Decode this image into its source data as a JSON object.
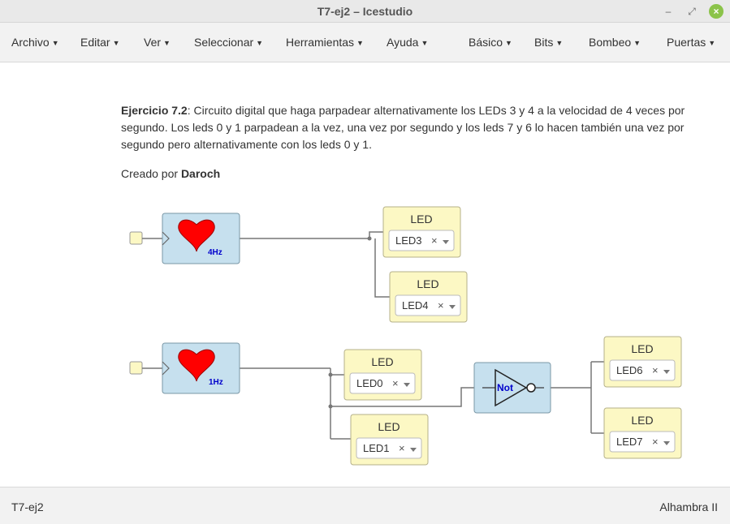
{
  "window": {
    "title": "T7-ej2 – Icestudio",
    "minimize_glyph": "–",
    "restore_glyph": "⤢",
    "close_glyph": "×"
  },
  "menu": {
    "archivo": "Archivo",
    "editar": "Editar",
    "ver": "Ver",
    "seleccionar": "Seleccionar",
    "herramientas": "Herramientas",
    "ayuda": "Ayuda",
    "basico": "Básico",
    "bits": "Bits",
    "bombeo": "Bombeo",
    "puertas": "Puertas"
  },
  "info": {
    "heading": "Ejercicio 7.2",
    "text": ": Circuito digital que haga parpadear alternativamente los LEDs 3 y 4 a la velocidad de 4 veces por segundo. Los leds 0 y 1 parpadean a la vez, una vez por segundo y los leds 7 y 6 lo hacen también una vez por segundo pero alternativamente con los leds 0 y 1."
  },
  "credit": {
    "prefix": "Creado por ",
    "author": "Daroch"
  },
  "circuit": {
    "heart_4hz_label": "4Hz",
    "heart_1hz_label": "1Hz",
    "not_label": "Not",
    "led_title": "LED",
    "clear_glyph": "×",
    "leds": {
      "led3": "LED3",
      "led4": "LED4",
      "led0": "LED0",
      "led1": "LED1",
      "led6": "LED6",
      "led7": "LED7"
    },
    "colors": {
      "led_block": "#fcf8c4",
      "heart_block": "#c6e0ee",
      "heart": "#ff0000",
      "heart_label": "#0000cc",
      "wire": "#777777"
    }
  },
  "status": {
    "project": "T7-ej2",
    "board": "Alhambra II"
  }
}
